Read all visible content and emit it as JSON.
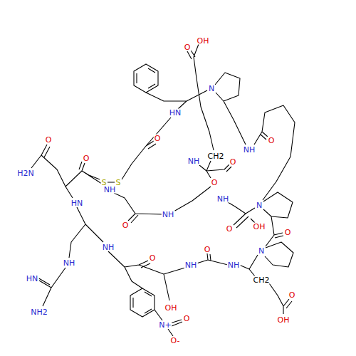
{
  "diagram": {
    "labels": [
      "OH",
      "O",
      "N",
      "HN",
      "O",
      "O",
      "O",
      "NH",
      "CH2",
      "NH",
      "O",
      "O",
      "H2N",
      "S",
      "S",
      "O",
      "NH",
      "NH",
      "HN",
      "N",
      "NH",
      "O",
      "OH",
      "O",
      "O",
      "NH",
      "NH",
      "HN",
      "O",
      "N",
      "O",
      "NH",
      "NH",
      "CH2",
      "OH",
      "NH2",
      "O",
      "OH",
      "N+",
      "O-",
      "O"
    ]
  }
}
